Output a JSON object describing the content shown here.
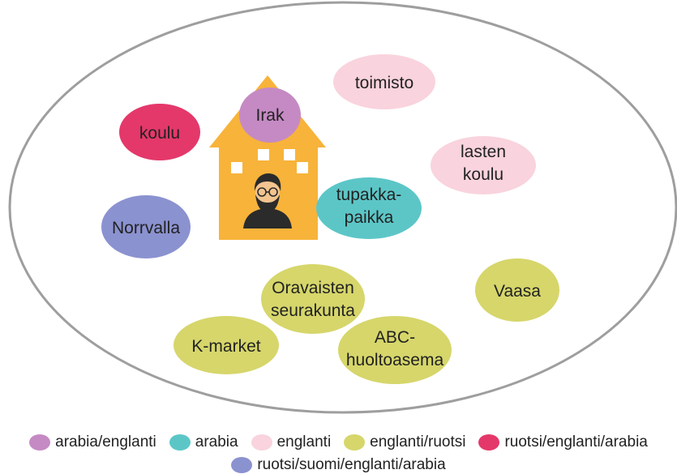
{
  "colors": {
    "arabia_englanti": "#C58AC4",
    "arabia": "#5CC6C7",
    "englanti": "#F9D3DD",
    "englanti_ruotsi": "#D6D66B",
    "ruotsi_englanti_arabia": "#E4386A",
    "ruotsi_suomi_englanti_arabia": "#8B92D0",
    "house": "#F7B33A",
    "window": "#FFFFFF",
    "outline": "#9E9E9E"
  },
  "house": {
    "icon": "person-with-glasses-and-beard-icon"
  },
  "nodes": [
    {
      "id": "irak",
      "lines": [
        "Irak"
      ],
      "group": "arabia_englanti"
    },
    {
      "id": "toimisto",
      "lines": [
        "toimisto"
      ],
      "group": "englanti"
    },
    {
      "id": "koulu",
      "lines": [
        "koulu"
      ],
      "group": "ruotsi_englanti_arabia"
    },
    {
      "id": "lasten-koulu",
      "lines": [
        "lasten",
        "koulu"
      ],
      "group": "englanti"
    },
    {
      "id": "tupakkapaikka",
      "lines": [
        "tupakka-",
        "paikka"
      ],
      "group": "arabia"
    },
    {
      "id": "norrvalla",
      "lines": [
        "Norrvalla"
      ],
      "group": "ruotsi_suomi_englanti_arabia"
    },
    {
      "id": "oravaisten-seurakunta",
      "lines": [
        "Oravaisten",
        "seurakunta"
      ],
      "group": "englanti_ruotsi"
    },
    {
      "id": "vaasa",
      "lines": [
        "Vaasa"
      ],
      "group": "englanti_ruotsi"
    },
    {
      "id": "k-market",
      "lines": [
        "K-market"
      ],
      "group": "englanti_ruotsi"
    },
    {
      "id": "abc-huoltoasema",
      "lines": [
        "ABC-",
        "huoltoasema"
      ],
      "group": "englanti_ruotsi"
    }
  ],
  "legend": [
    {
      "label": "arabia/englanti",
      "group": "arabia_englanti"
    },
    {
      "label": "arabia",
      "group": "arabia"
    },
    {
      "label": "englanti",
      "group": "englanti"
    },
    {
      "label": "englanti/ruotsi",
      "group": "englanti_ruotsi"
    },
    {
      "label": "ruotsi/englanti/arabia",
      "group": "ruotsi_englanti_arabia"
    },
    {
      "label": "ruotsi/suomi/englanti/arabia",
      "group": "ruotsi_suomi_englanti_arabia"
    }
  ]
}
